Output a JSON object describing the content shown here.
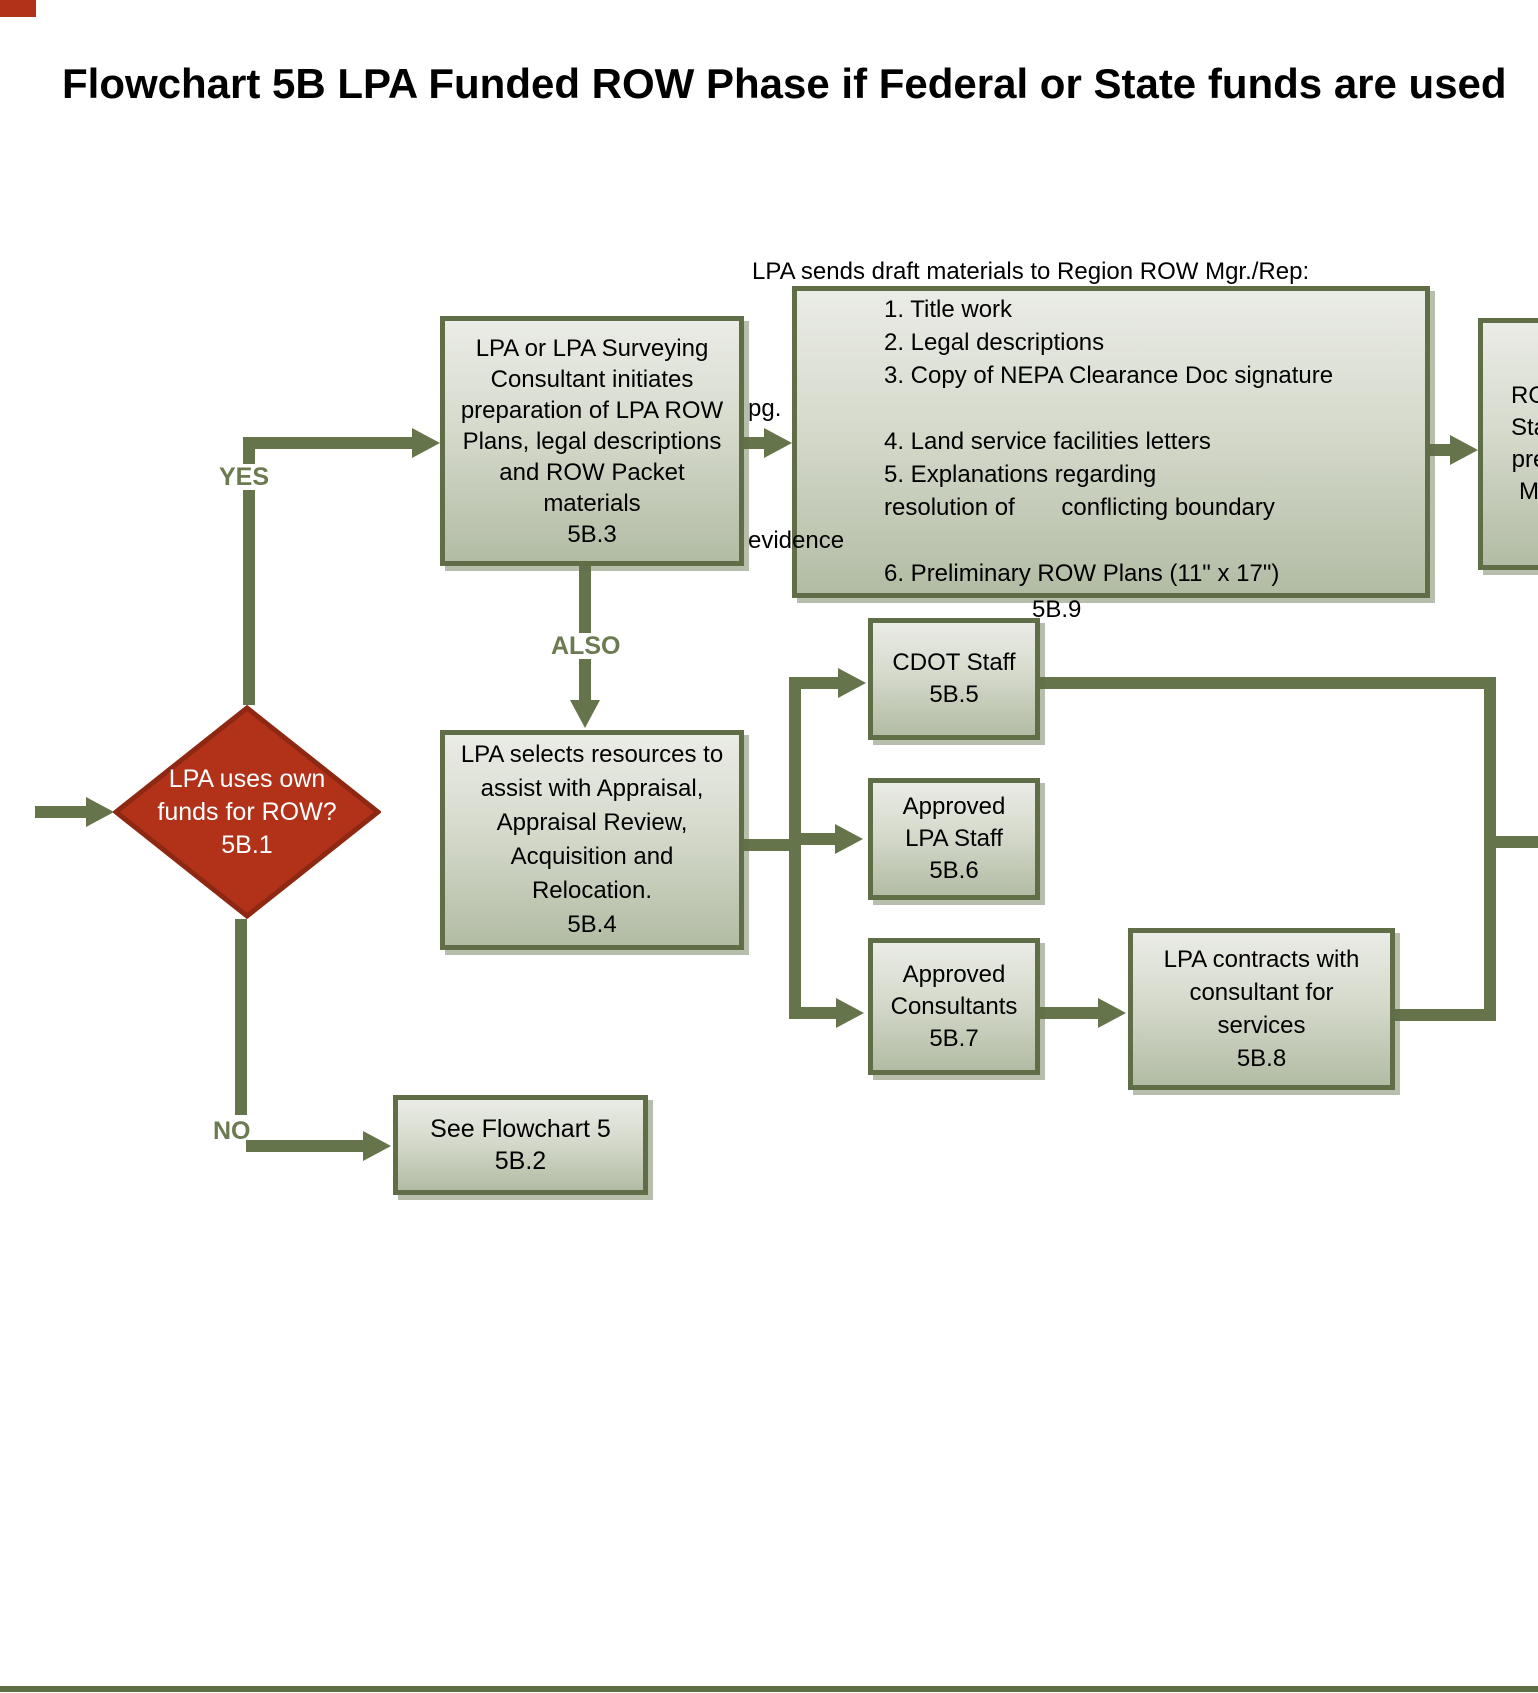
{
  "title": "Flowchart 5B LPA Funded ROW Phase if Federal or State funds are used",
  "branch_labels": {
    "yes": "YES",
    "no": "NO",
    "also": "ALSO"
  },
  "nodes": {
    "decision_5b1": {
      "lines": [
        "LPA uses own",
        "funds for ROW?",
        "5B.1"
      ]
    },
    "box_5b2": {
      "lines": [
        "See Flowchart 5",
        "5B.2"
      ]
    },
    "box_5b3": {
      "lines": [
        "LPA or LPA Surveying",
        "Consultant initiates",
        "preparation of LPA ROW",
        "Plans, legal descriptions",
        "and ROW Packet",
        "materials",
        "5B.3"
      ]
    },
    "box_5b4": {
      "lines": [
        "LPA selects resources to",
        "assist with Appraisal,",
        "Appraisal Review,",
        "Acquisition and",
        "Relocation.",
        "5B.4"
      ]
    },
    "box_5b5": {
      "lines": [
        "CDOT Staff",
        "5B.5"
      ]
    },
    "box_5b6": {
      "lines": [
        "Approved",
        "LPA Staff",
        "5B.6"
      ]
    },
    "box_5b7": {
      "lines": [
        "Approved",
        "Consultants",
        "5B.7"
      ]
    },
    "box_5b8": {
      "lines": [
        "LPA contracts with",
        "consultant for",
        "services",
        "5B.8"
      ]
    },
    "box_5b9": {
      "heading": "LPA sends draft materials to Region ROW Mgr./Rep:",
      "items": [
        "1. Title work",
        "2. Legal descriptions",
        "3. Copy of NEPA Clearance Doc signature",
        "pg.",
        "4. Land service facilities letters",
        "5. Explanations regarding",
        "resolution of       conflicting boundary",
        "evidence",
        "6. Preliminary ROW Plans (11\" x 17\")"
      ],
      "tag": "5B.9"
    },
    "box_right_cut": {
      "lines": [
        "RO",
        "Sta",
        "pre",
        "M"
      ]
    }
  },
  "colors": {
    "line": "#65744b",
    "box_border": "#5f6e46",
    "box_fill_top": "#eaece6",
    "box_fill_bottom": "#b2bca4",
    "diamond_fill": "#b23219",
    "diamond_border": "#8f2813",
    "branch_label": "#6b7a50",
    "bottom_rule": "#5f6e46"
  }
}
